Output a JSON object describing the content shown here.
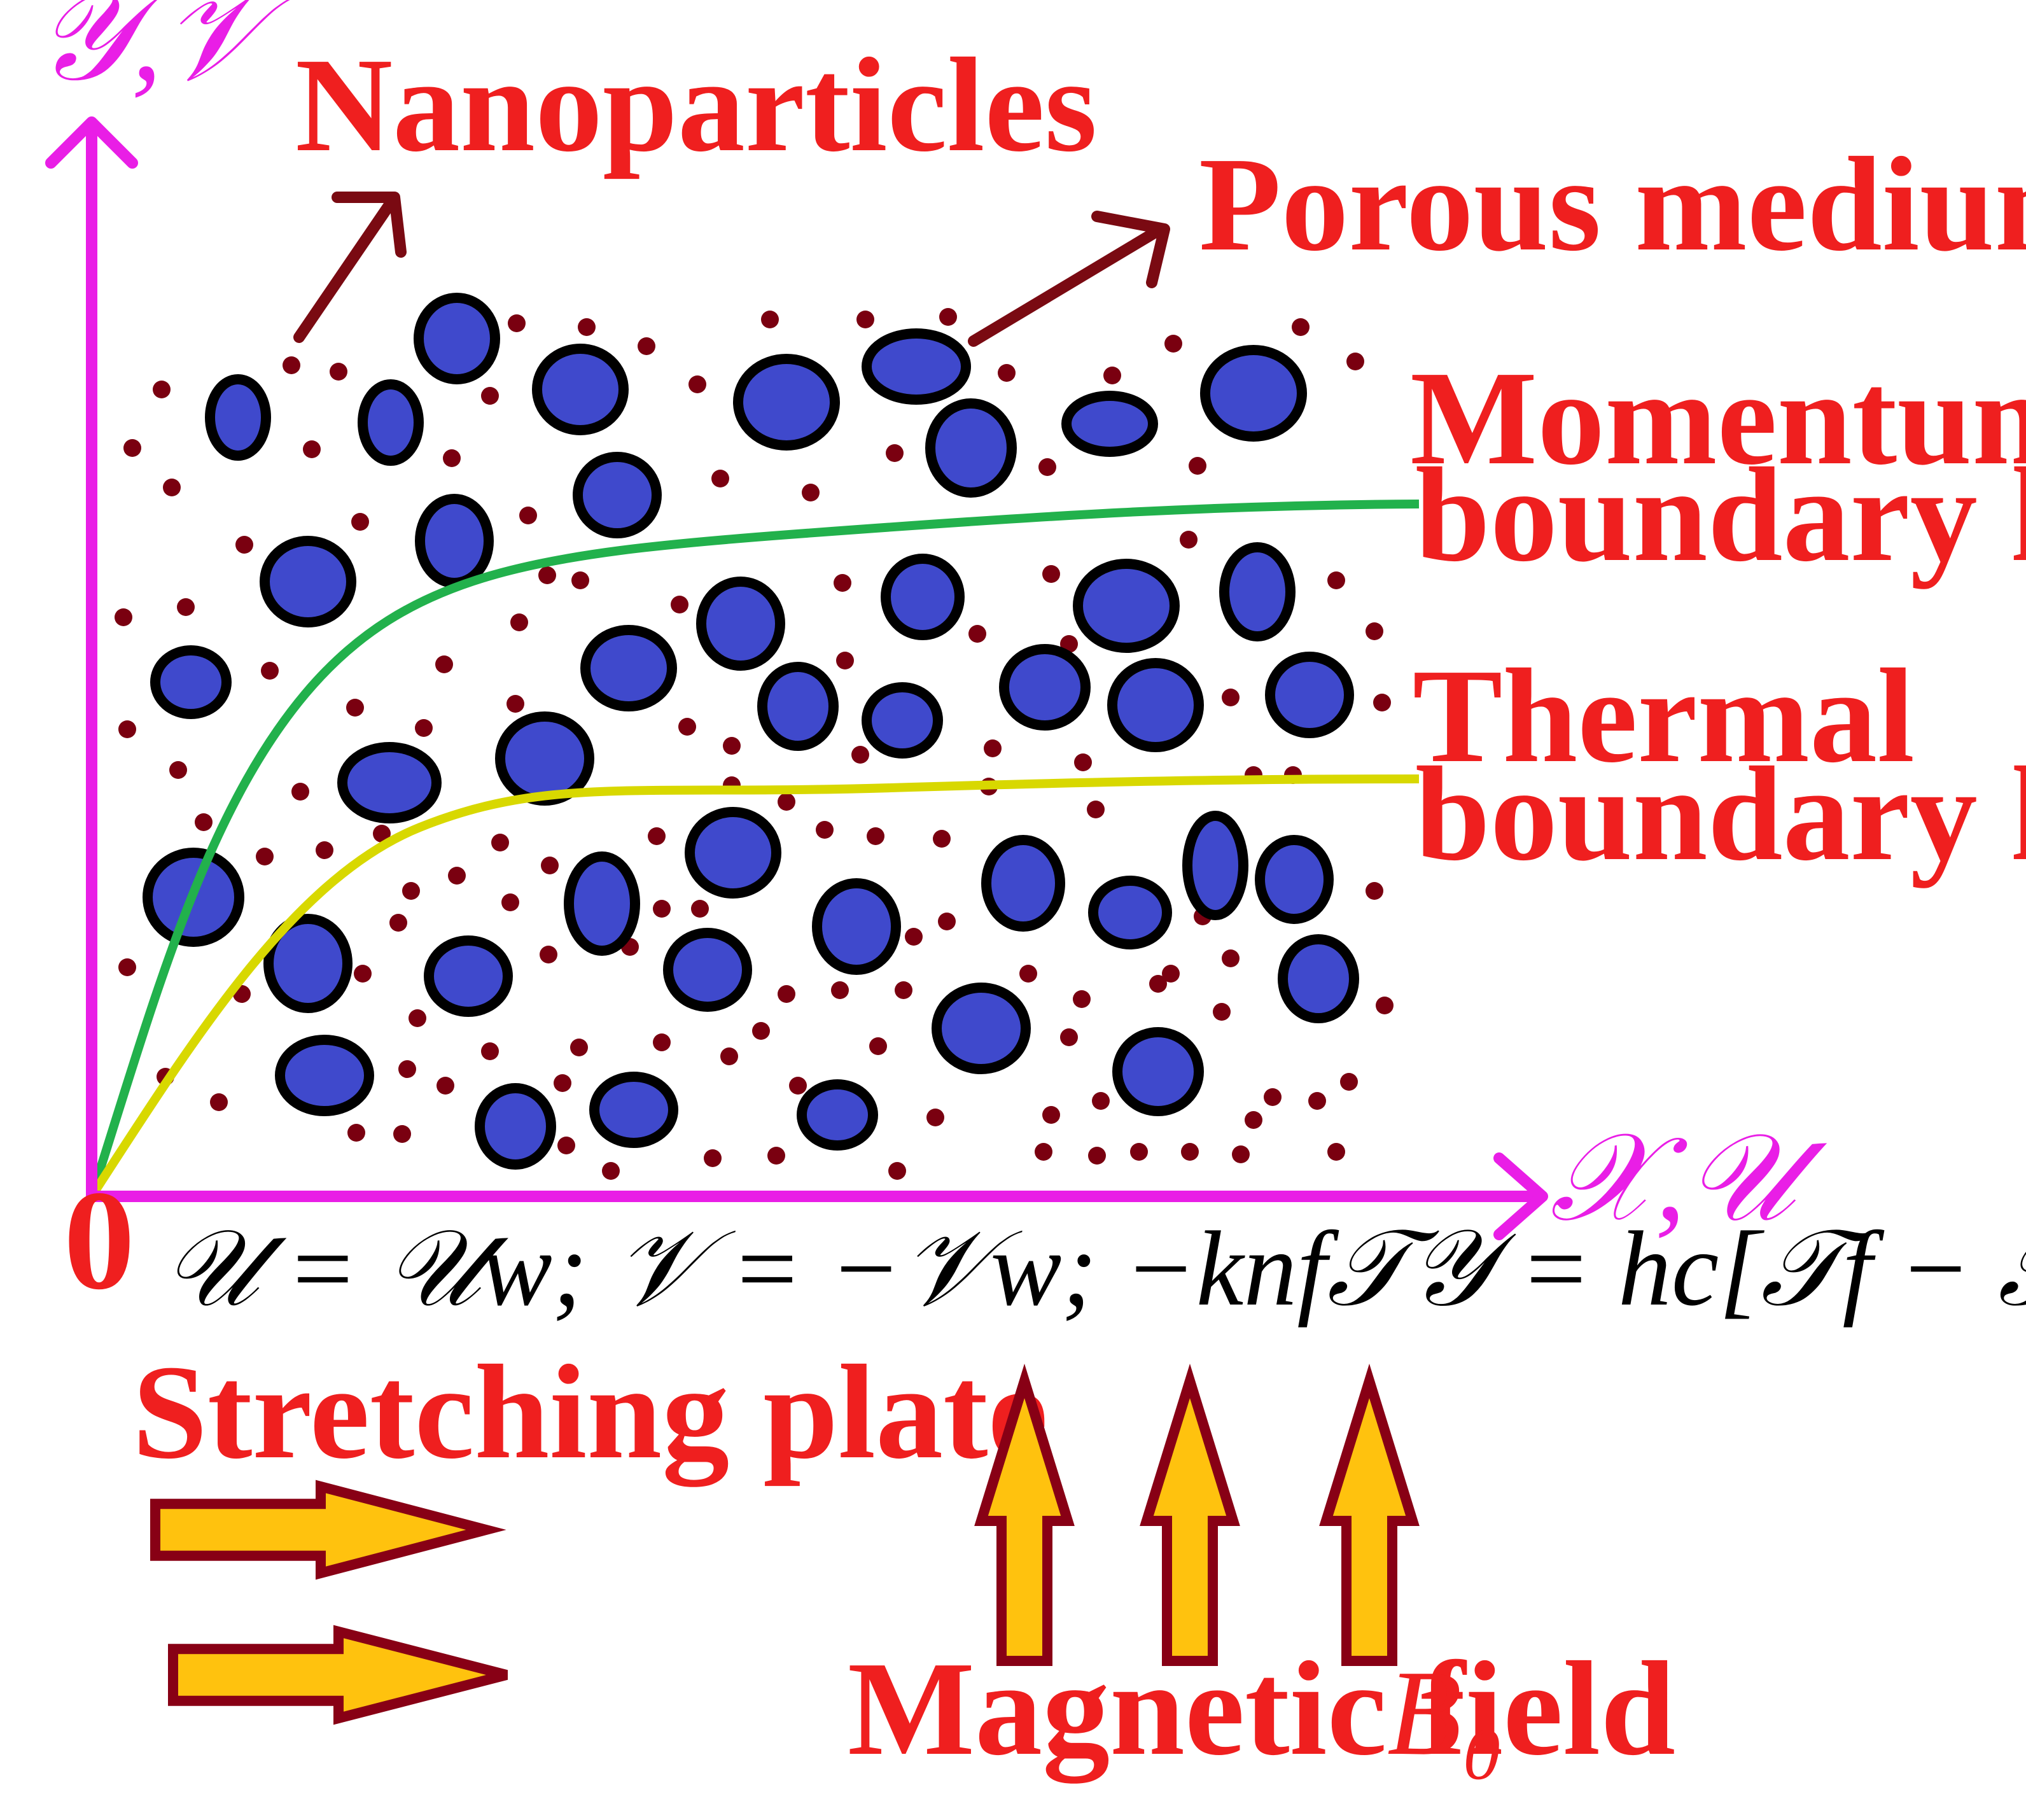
{
  "colors": {
    "axis": "#e91ee6",
    "label_red": "#ef1f1f",
    "pointer_arrow": "#7a0a12",
    "particle_fill": "#3f49cc",
    "particle_stroke": "#000000",
    "dot": "#7a0010",
    "momentum_curve": "#22b14c",
    "thermal_curve": "#d8d800",
    "block_arrow_fill": "#ffc20e",
    "block_arrow_stroke": "#880015",
    "equation_text": "#000000"
  },
  "labels": {
    "nanoparticles": "Nanoparticles",
    "porous_medium": "Porous medium",
    "momentum_line1": "Momentum",
    "momentum_line2": "boundary layer",
    "thermal_line1": "Thermal",
    "thermal_line2": "boundary layer",
    "stretching_plate": "Stretching plate",
    "magnetic_field": "Magnetic field",
    "magnetic_symbol": "B₀"
  },
  "axes": {
    "y_label": "𝒴,𝒱",
    "x_label": "𝒳,𝒰",
    "origin": "0"
  },
  "boundary_condition": "𝒰 = 𝒰w;    𝒱 = −𝒱w;    −knf𝒯𝒴 = hc[𝒯f − 𝒯]",
  "icons": {
    "y_axis_arrow": "arrow-up-icon",
    "x_axis_arrow": "arrow-right-icon",
    "nanoparticle_pointer": "arrow-up-right-icon",
    "porous_pointer": "arrow-up-right-icon",
    "stretching_arrows": "block-arrow-right-icon",
    "magnetic_arrows": "block-arrow-up-icon"
  }
}
